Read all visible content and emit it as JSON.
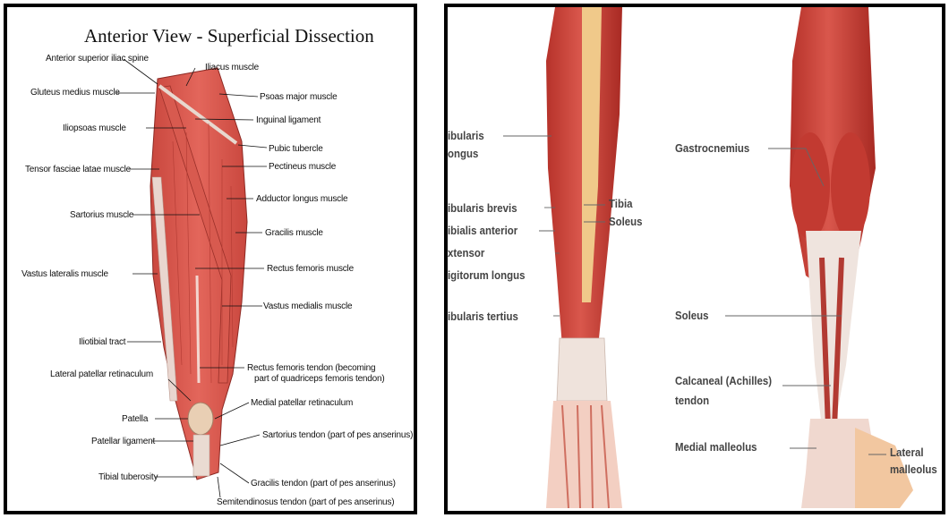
{
  "left_panel": {
    "title": "Anterior View - Superficial Dissection",
    "labels": {
      "asis": "Anterior superior iliac spine",
      "iliacus": "Iliacus muscle",
      "gluteus": "Gluteus medius muscle",
      "psoas": "Psoas major muscle",
      "inguinal": "Inguinal ligament",
      "iliopsoas": "Iliopsoas muscle",
      "pubic": "Pubic tubercle",
      "tensor": "Tensor fasciae latae muscle",
      "pectineus": "Pectineus muscle",
      "adductor": "Adductor longus muscle",
      "sartorius": "Sartorius muscle",
      "gracilis": "Gracilis muscle",
      "rectus": "Rectus femoris muscle",
      "vlat": "Vastus lateralis muscle",
      "vmed": "Vastus medialis muscle",
      "itt": "Iliotibial tract",
      "rft1": "Rectus femoris tendon (becoming",
      "rft2": "part of quadriceps femoris tendon)",
      "lpr": "Lateral patellar retinaculum",
      "mpr": "Medial patellar retinaculum",
      "patella": "Patella",
      "sart_tendon": "Sartorius tendon (part of pes anserinus)",
      "patlig": "Patellar ligament",
      "tibtub": "Tibial tuberosity",
      "grac_tendon": "Gracilis tendon (part of pes anserinus)",
      "semi_tendon": "Semitendinosus tendon (part of pes anserinus)"
    }
  },
  "right_panel": {
    "labels": {
      "fib1": "ibularis",
      "fib2": "ongus",
      "fibbrev": "ibularis brevis",
      "tibant": "ibialis anterior",
      "ext1": "xtensor",
      "ext2": "igitorum longus",
      "fibtert": "ibularis tertius",
      "tibia": "Tibia",
      "soleus_a": "Soleus",
      "gastro": "Gastrocnemius",
      "soleus_b": "Soleus",
      "calc1": "Calcaneal (Achilles)",
      "calc2": "tendon",
      "medmal": "Medial malleolus",
      "latmal1": "Lateral",
      "latmal2": "malleolus"
    }
  }
}
